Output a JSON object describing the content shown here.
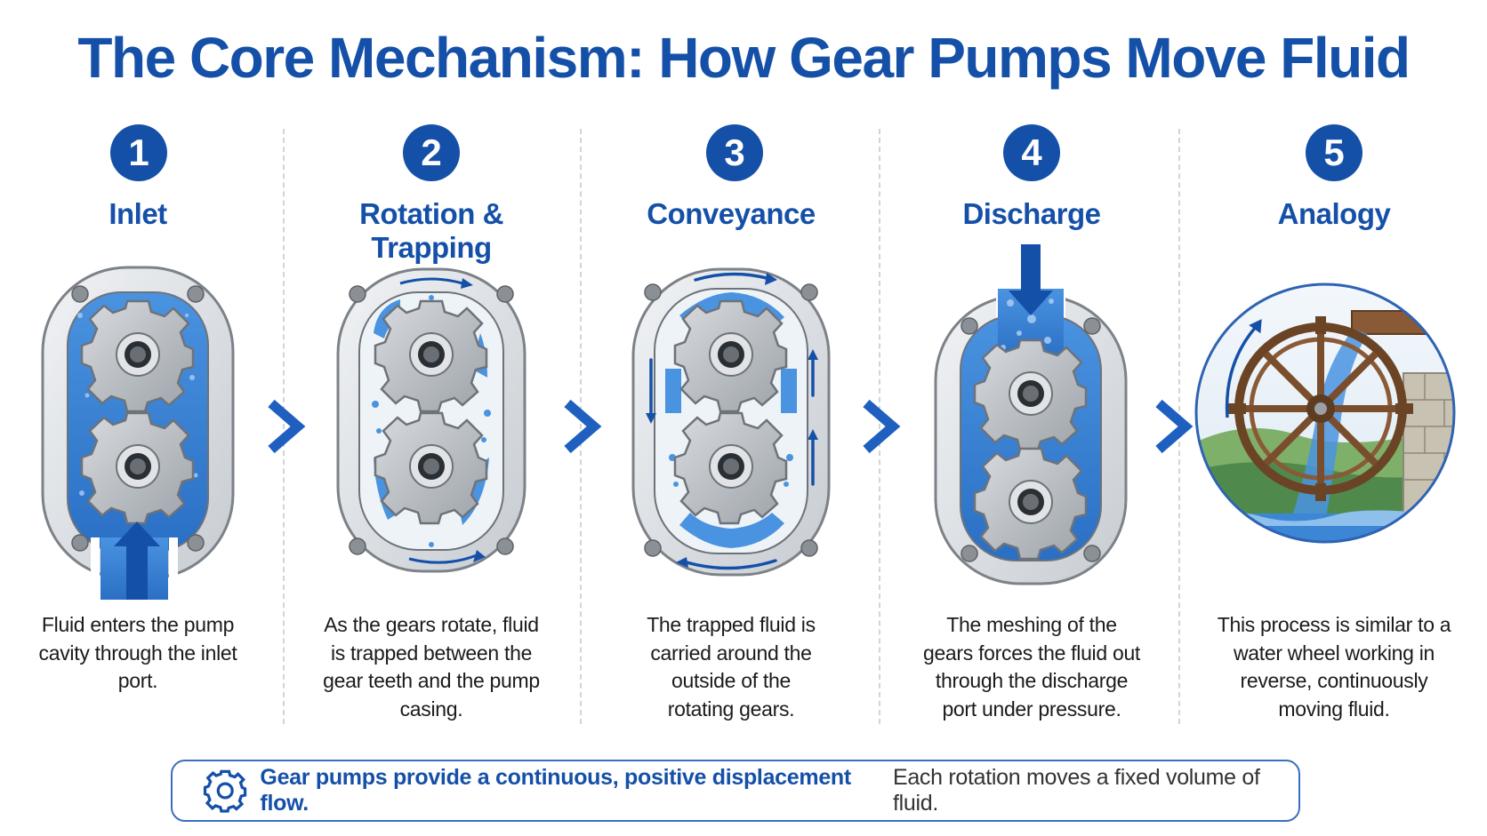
{
  "title": "The Core Mechanism: How Gear Pumps Move Fluid",
  "steps": [
    {
      "number": "1",
      "title": "Inlet",
      "description": "Fluid enters the pump cavity through the inlet port."
    },
    {
      "number": "2",
      "title": "Rotation & Trapping",
      "description": "As the gears rotate, fluid is trapped between the gear teeth and the pump casing."
    },
    {
      "number": "3",
      "title": "Conveyance",
      "description": "The trapped fluid is carried around the outside of the rotating gears."
    },
    {
      "number": "4",
      "title": "Discharge",
      "description": "The meshing of the gears forces the fluid out through the discharge port under pressure."
    },
    {
      "number": "5",
      "title": "Analogy",
      "description": "This process is similar to a water wheel working in reverse, continuously moving fluid."
    }
  ],
  "summary": {
    "bold": "Gear pumps provide a continuous, positive displacement flow.",
    "rest": "Each rotation moves a fixed volume of fluid."
  },
  "colors": {
    "accent": "#1550a8",
    "fluid": "#3d86d6",
    "casing": "#d9dde2",
    "gear": "#b9bec4"
  },
  "icons": [
    "gear-icon",
    "chevron-right-icon",
    "arrow-icon",
    "water-wheel-icon"
  ]
}
